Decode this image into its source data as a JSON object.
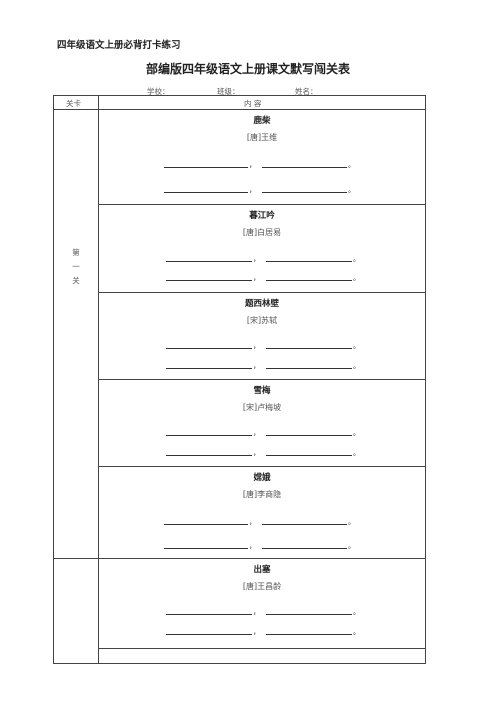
{
  "header": {
    "title": "四年级语文上册必背打卡练习"
  },
  "main_title": "部编版四年级语文上册课文默写闯关表",
  "info": {
    "school": "学校：",
    "class": "班级：",
    "name": "姓名："
  },
  "table": {
    "col_level": "关卡",
    "col_content": "内    容"
  },
  "level_one": [
    "第",
    "一",
    "关"
  ],
  "poems": [
    {
      "title": "鹿柴",
      "author": "[唐]王维",
      "p1": "，",
      "p2": "。"
    },
    {
      "title": "暮江吟",
      "author": "[唐]白居易",
      "p1": "，",
      "p2": "。"
    },
    {
      "title": "题西林壁",
      "author": "[宋]苏轼",
      "p1": "，",
      "p2": "。"
    },
    {
      "title": "雪梅",
      "author": "[宋]卢梅坡",
      "p1": "，",
      "p2": "。"
    },
    {
      "title": "嫦娥",
      "author": "[唐]李商隐",
      "p1": "，",
      "p2": "。"
    },
    {
      "title": "出塞",
      "author": "[唐]王昌龄",
      "p1": "，",
      "p2": "。"
    }
  ]
}
